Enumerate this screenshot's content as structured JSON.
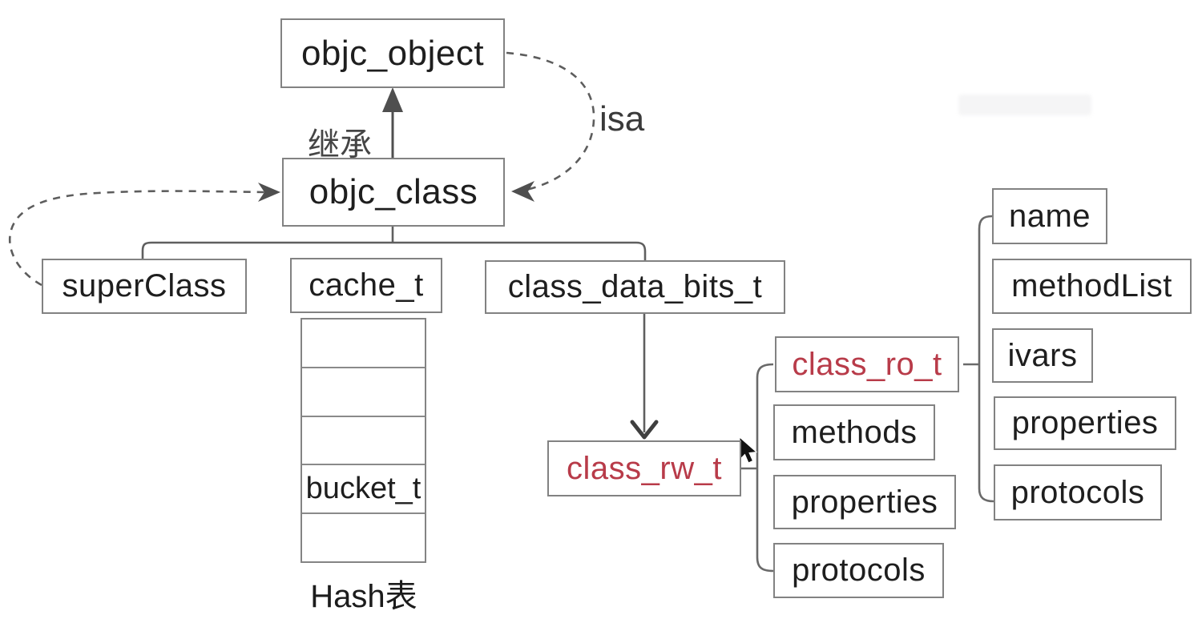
{
  "diagram": {
    "nodes": {
      "objc_object": "objc_object",
      "objc_class": "objc_class",
      "superclass": "superClass",
      "cache_t": "cache_t",
      "class_data_bits_t": "class_data_bits_t",
      "class_rw_t": "class_rw_t",
      "class_ro_t": "class_ro_t",
      "rw_methods": "methods",
      "rw_properties": "properties",
      "rw_protocols": "protocols",
      "ro_name": "name",
      "ro_method_list": "methodList",
      "ro_ivars": "ivars",
      "ro_properties": "properties",
      "ro_protocols": "protocols"
    },
    "cache_table": {
      "rows": [
        "",
        "",
        "",
        "bucket_t",
        ""
      ],
      "caption": "Hash表"
    },
    "edge_labels": {
      "inheritance": "继承",
      "isa": "isa"
    },
    "edges": [
      {
        "from": "objc_class",
        "to": "objc_object",
        "label": "继承",
        "style": "solid-arrow"
      },
      {
        "from": "objc_object",
        "to": "objc_class",
        "label": "isa",
        "style": "dashed-arrow"
      },
      {
        "from": "superClass",
        "to": "objc_class",
        "label": "",
        "style": "dashed-arrow"
      },
      {
        "from": "objc_class",
        "to": "superClass",
        "label": "",
        "style": "tree"
      },
      {
        "from": "objc_class",
        "to": "cache_t",
        "label": "",
        "style": "tree"
      },
      {
        "from": "objc_class",
        "to": "class_data_bits_t",
        "label": "",
        "style": "tree"
      },
      {
        "from": "class_data_bits_t",
        "to": "class_rw_t",
        "label": "",
        "style": "solid-arrow"
      },
      {
        "from": "class_rw_t",
        "to": [
          "class_ro_t",
          "methods",
          "properties",
          "protocols"
        ],
        "label": "",
        "style": "bracket"
      },
      {
        "from": "class_ro_t",
        "to": [
          "name",
          "methodList",
          "ivars",
          "properties",
          "protocols"
        ],
        "label": "",
        "style": "bracket"
      }
    ],
    "colors": {
      "highlight_text": "#b83b49",
      "box_border": "#828282",
      "connector": "#565656",
      "text": "#1e1e1e",
      "background": "#ffffff"
    }
  }
}
